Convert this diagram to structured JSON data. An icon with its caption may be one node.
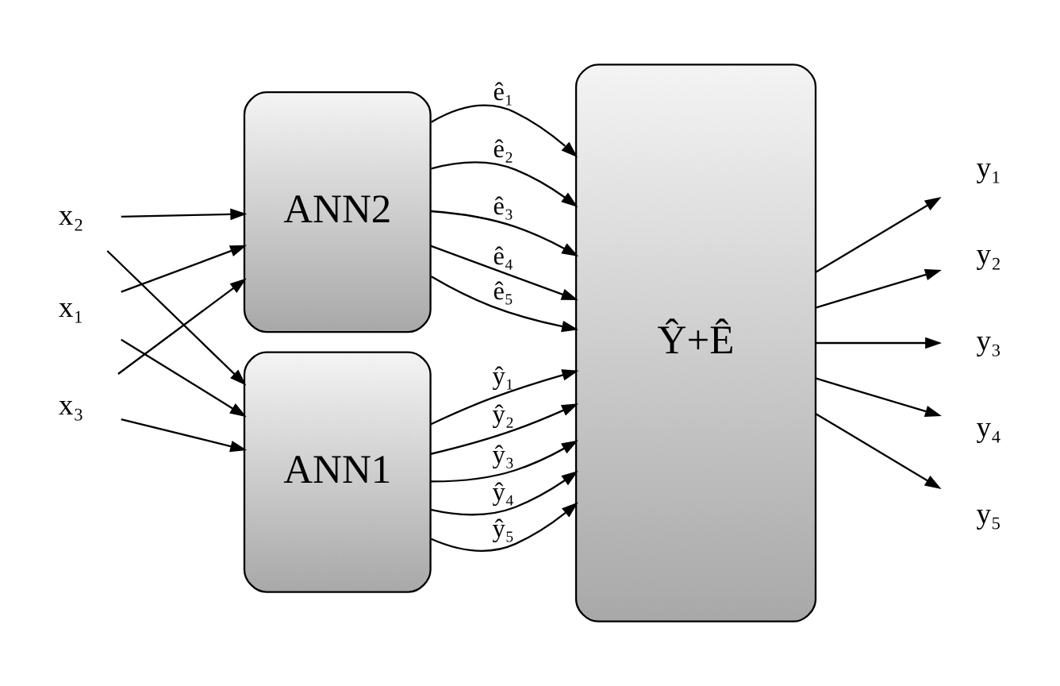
{
  "diagram": {
    "nodes": [
      {
        "text": [
          "x₁"
        ]
      },
      {
        "text": [
          "x₂"
        ]
      },
      {
        "text": [
          "x₃"
        ]
      },
      {
        "text": [
          "ANN1"
        ]
      },
      {
        "text": [
          "ANN2"
        ]
      },
      {
        "text": [
          "Ŷ+Ê"
        ]
      },
      {
        "text": [
          "y₁"
        ]
      },
      {
        "text": [
          "y₂"
        ]
      },
      {
        "text": [
          "y₃"
        ]
      },
      {
        "text": [
          "y₄"
        ]
      },
      {
        "text": [
          "y₅"
        ]
      }
    ],
    "edges": [
      {
        "from": 0,
        "to": 3,
        "arrow": "to"
      },
      {
        "from": 1,
        "to": 3,
        "arrow": "to"
      },
      {
        "from": 2,
        "to": 3,
        "arrow": "to"
      },
      {
        "from": 0,
        "to": 4,
        "arrow": "to"
      },
      {
        "from": 1,
        "to": 4,
        "arrow": "to"
      },
      {
        "from": 2,
        "to": 4,
        "arrow": "to"
      },
      {
        "from": 3,
        "to": 5,
        "arrow": "to",
        "label": "ŷ₁"
      },
      {
        "from": 3,
        "to": 5,
        "arrow": "to",
        "label": "ŷ₂"
      },
      {
        "from": 3,
        "to": 5,
        "arrow": "to",
        "label": "ŷ₃"
      },
      {
        "from": 3,
        "to": 5,
        "arrow": "to",
        "label": "ŷ₄"
      },
      {
        "from": 3,
        "to": 5,
        "arrow": "to",
        "label": "ŷ₅"
      },
      {
        "from": 4,
        "to": 5,
        "arrow": "to",
        "label": "ê₁"
      },
      {
        "from": 4,
        "to": 5,
        "arrow": "to",
        "label": "ê₂"
      },
      {
        "from": 4,
        "to": 5,
        "arrow": "to",
        "label": "ê₃"
      },
      {
        "from": 4,
        "to": 5,
        "arrow": "to",
        "label": "ê₄"
      },
      {
        "from": 4,
        "to": 5,
        "arrow": "to",
        "label": "ê₅"
      },
      {
        "from": 5,
        "to": 6,
        "arrow": "to"
      },
      {
        "from": 5,
        "to": 7,
        "arrow": "to"
      },
      {
        "from": 5,
        "to": 8,
        "arrow": "to"
      },
      {
        "from": 5,
        "to": 9,
        "arrow": "to"
      },
      {
        "from": 5,
        "to": 10,
        "arrow": "to"
      }
    ]
  }
}
